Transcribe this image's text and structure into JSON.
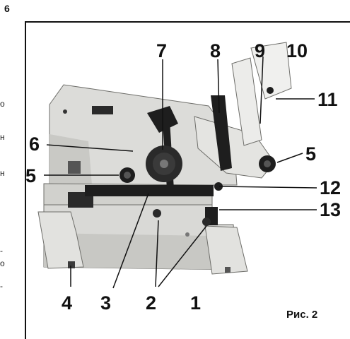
{
  "page_number": "6",
  "margin_fragments": [
    "о",
    "н",
    "н",
    "-",
    "о",
    "-"
  ],
  "callouts": {
    "c1": "1",
    "c2": "2",
    "c3": "3",
    "c4": "4",
    "c5_left": "5",
    "c5_right": "5",
    "c6": "6",
    "c7": "7",
    "c8": "8",
    "c9": "9",
    "c10": "10",
    "c11": "11",
    "c12": "12",
    "c13": "13"
  },
  "caption": "Рис. 2",
  "image": {
    "subject": "metal-shearing-machine-photo",
    "colors": {
      "body": "#d9d9d6",
      "shadow": "#8e8e8a",
      "dark": "#1e1e1e",
      "line": "#111111"
    }
  }
}
